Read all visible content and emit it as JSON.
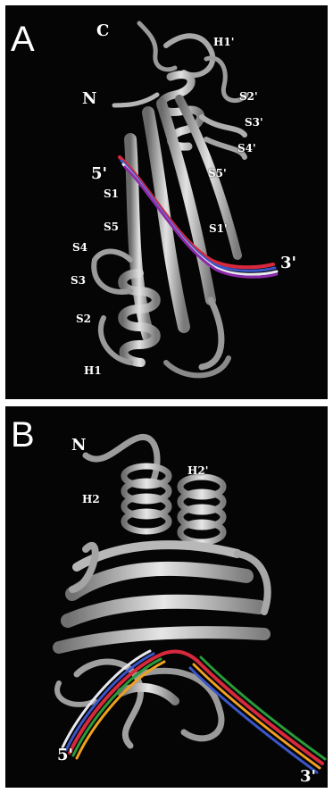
{
  "panels": [
    {
      "letter": "A",
      "labels": {
        "c": "C",
        "h1p": "H1'",
        "n": "N",
        "s2p": "S2'",
        "s3p": "S3'",
        "s4p": "S4'",
        "five": "5'",
        "s5p": "S5'",
        "s1": "S1",
        "s5": "S5",
        "s1p": "S1'",
        "s4": "S4",
        "three": "3'",
        "s3": "S3",
        "s2": "S2",
        "h1": "H1"
      }
    },
    {
      "letter": "B",
      "labels": {
        "n": "N",
        "h2": "H2",
        "h2p": "H2'",
        "five": "5'",
        "three": "3'"
      }
    }
  ],
  "colors": {
    "background": "#050505",
    "ribbon": "#c9c9c9",
    "strand_colors": [
      "#d8283c",
      "#3a56c8",
      "#e8e8f0",
      "#f0a020",
      "#2a9a3a",
      "#8c2aa8"
    ]
  }
}
